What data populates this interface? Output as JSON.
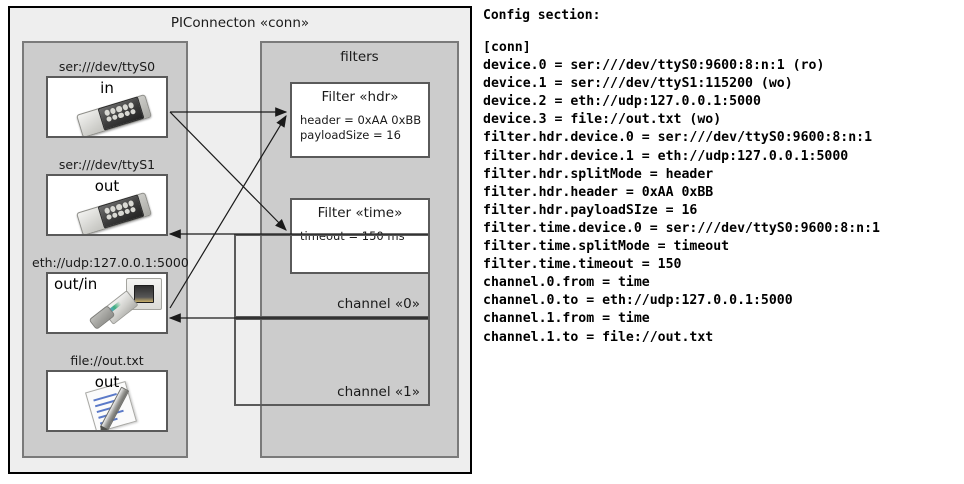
{
  "diagram": {
    "title": "PIConnecton «conn»",
    "devices_panel": {
      "title": "",
      "items": [
        {
          "label": "ser:///dev/ttyS0",
          "direction": "in",
          "icon": "serial-port-icon"
        },
        {
          "label": "ser:///dev/ttyS1",
          "direction": "out",
          "icon": "serial-port-icon"
        },
        {
          "label": "eth://udp:127.0.0.1:5000",
          "direction": "out/in",
          "icon": "network-plug-icon"
        },
        {
          "label": "file://out.txt",
          "direction": "out",
          "icon": "text-document-icon"
        }
      ]
    },
    "filters_panel": {
      "title": "filters",
      "filters": [
        {
          "title": "Filter «hdr»",
          "properties": [
            "header = 0xAA 0xBB",
            "payloadSize = 16"
          ]
        },
        {
          "title": "Filter «time»",
          "properties": [
            "timeout = 150 ms"
          ]
        }
      ]
    },
    "channels": [
      {
        "label": "channel «0»"
      },
      {
        "label": "channel «1»"
      }
    ]
  },
  "config": {
    "heading": "Config section:",
    "text": "[conn]\ndevice.0 = ser:///dev/ttyS0:9600:8:n:1 (ro)\ndevice.1 = ser:///dev/ttyS1:115200 (wo)\ndevice.2 = eth://udp:127.0.0.1:5000\ndevice.3 = file://out.txt (wo)\nfilter.hdr.device.0 = ser:///dev/ttyS0:9600:8:n:1\nfilter.hdr.device.1 = eth://udp:127.0.0.1:5000\nfilter.hdr.splitMode = header\nfilter.hdr.header = 0xAA 0xBB\nfilter.hdr.payloadSIze = 16\nfilter.time.device.0 = ser:///dev/ttyS0:9600:8:n:1\nfilter.time.splitMode = timeout\nfilter.time.timeout = 150\nchannel.0.from = time\nchannel.0.to = eth://udp:127.0.0.1:5000\nchannel.1.from = time\nchannel.1.to = file://out.txt"
  },
  "colors": {
    "frame_background": "#eeeeee",
    "panel_background": "#cccccc",
    "panel_border": "#7a7a7a",
    "box_background": "#ffffff",
    "box_border": "#5a5a5a",
    "outline": "#000000"
  }
}
